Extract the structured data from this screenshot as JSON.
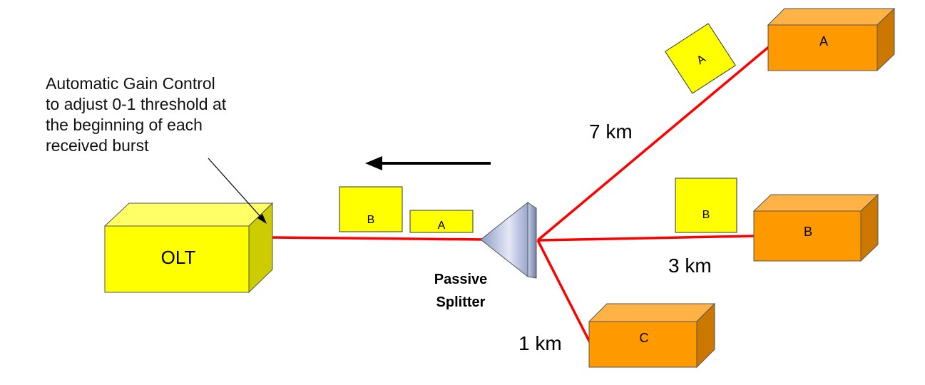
{
  "annotation": {
    "lines": [
      "Automatic Gain Control",
      "to adjust 0-1 threshold at",
      "the beginning of each",
      "received burst"
    ]
  },
  "olt": {
    "label": "OLT"
  },
  "splitter": {
    "line1": "Passive",
    "line2": "Splitter"
  },
  "onus": {
    "a": {
      "label": "A"
    },
    "b": {
      "label": "B"
    },
    "c": {
      "label": "C"
    }
  },
  "distances": {
    "a": "7 km",
    "b": "3 km",
    "c": "1 km"
  },
  "bursts": {
    "trunk_b": "B",
    "trunk_a": "A",
    "branch_a": "A",
    "branch_b": "B"
  },
  "colors": {
    "fiber": "#ff0000",
    "olt_fill": "#ffff00",
    "onu_fill": "#ff9900",
    "burst_fill": "#ffff00",
    "splitter_fill": "#b8c4e6"
  }
}
